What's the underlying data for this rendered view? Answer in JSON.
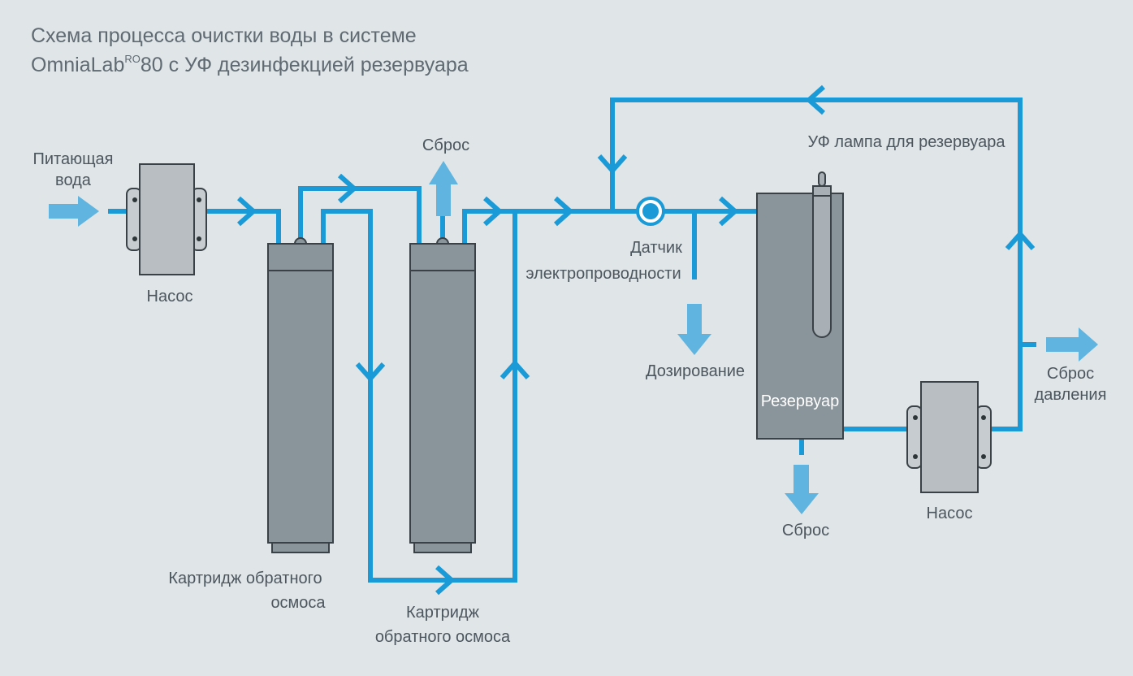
{
  "title": {
    "line1": "Схема процесса очистки воды в системе",
    "line2_prefix": "OmniaLab",
    "line2_superscript": "RO",
    "line2_suffix": "80 с УФ дезинфекцией резервуара"
  },
  "labels": {
    "feed_water_line1": "Питающая",
    "feed_water_line2": "вода",
    "pump1": "Насос",
    "drain_top": "Сброс",
    "cartridge1_line1": "Картридж обратного",
    "cartridge1_line2": "осмоса",
    "cartridge2_line1": "Картридж",
    "cartridge2_line2": "обратного осмоса",
    "sensor_line1": "Датчик",
    "sensor_line2": "электропроводности",
    "dosing": "Дозирование",
    "uv_lamp": "УФ лампа для резервуара",
    "reservoir": "Резервуар",
    "drain_bottom": "Сброс",
    "pump2": "Насос",
    "pressure_relief_line1": "Сброс",
    "pressure_relief_line2": "давления"
  },
  "colors": {
    "background": "#e0e5e8",
    "pipe": "#1a9ad6",
    "flow_arrow": "#5fb4e0",
    "component": "#8a949b",
    "pump_body": "#b8bec2"
  }
}
